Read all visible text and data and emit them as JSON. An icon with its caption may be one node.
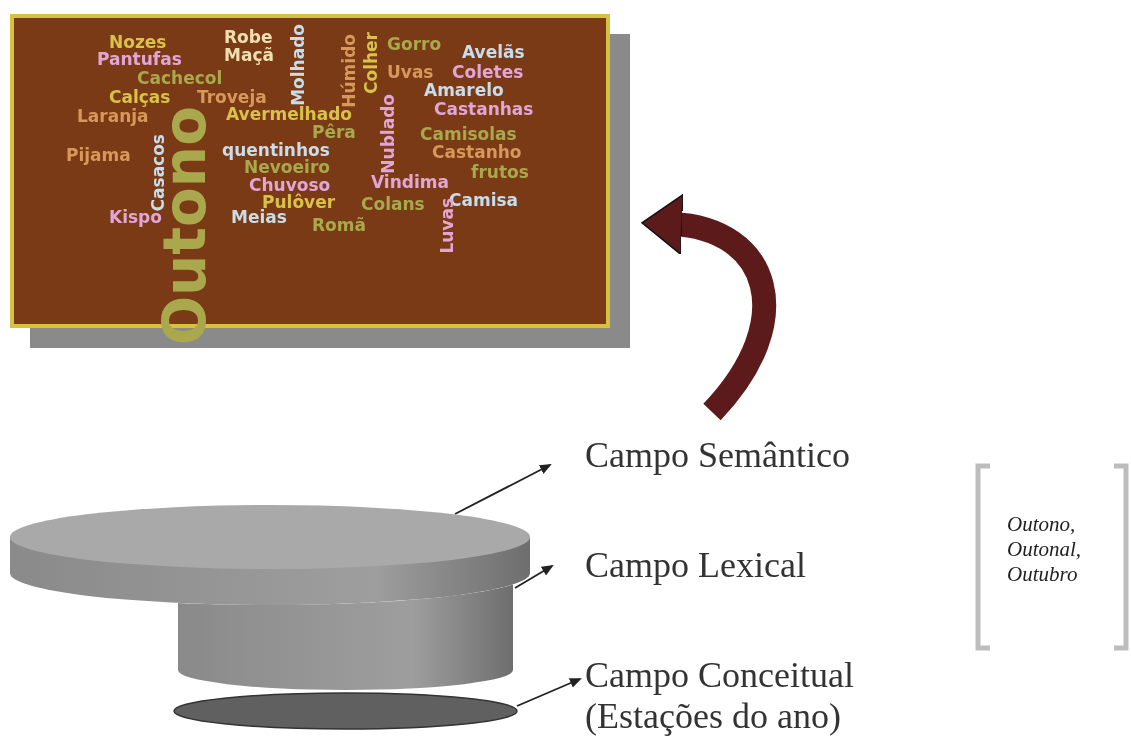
{
  "diagram": {
    "nodes": [
      {
        "text": [
          "Nozes",
          "Robe",
          "Molhado",
          "Húmido",
          "Colher",
          "Gorro",
          "Avelãs",
          "Pantufas",
          "Maçã",
          "Uvas",
          "Coletes",
          "Cachecol",
          "Amarelo",
          "Calças",
          "Troveja",
          "Avermelhado",
          "Nublado",
          "Castanhas",
          "Laranja",
          "Outono",
          "Pêra",
          "Camisolas",
          "Casacos",
          "Pijama",
          "quentinhos",
          "Castanho",
          "Nevoeiro",
          "frutos",
          "Chuvoso",
          "Vindima",
          "Pulôver",
          "Colans",
          "Camisa",
          "Kispo",
          "Meias",
          "Romã",
          "Luvas"
        ]
      },
      {
        "text": [],
        "shape": "cylinder"
      },
      {
        "text": [],
        "shape": "cylinder"
      },
      {
        "text": [],
        "shape": "ellipse"
      },
      {
        "text": [
          "Campo Semântico"
        ]
      },
      {
        "text": [
          "Campo Lexical"
        ]
      },
      {
        "text": [
          "Campo Conceitual (Estações do ano)"
        ]
      }
    ],
    "edges": [
      {
        "from": 1,
        "to": 4,
        "arrow": "to"
      },
      {
        "from": 2,
        "to": 5,
        "arrow": "to"
      },
      {
        "from": 3,
        "to": 6,
        "arrow": "to"
      },
      {
        "from": 4,
        "to": 0,
        "arrow": "to",
        "style": "thick",
        "color": "#5c1a1a"
      }
    ],
    "labels": [
      "Outono, Outonal, Outubro"
    ]
  }
}
